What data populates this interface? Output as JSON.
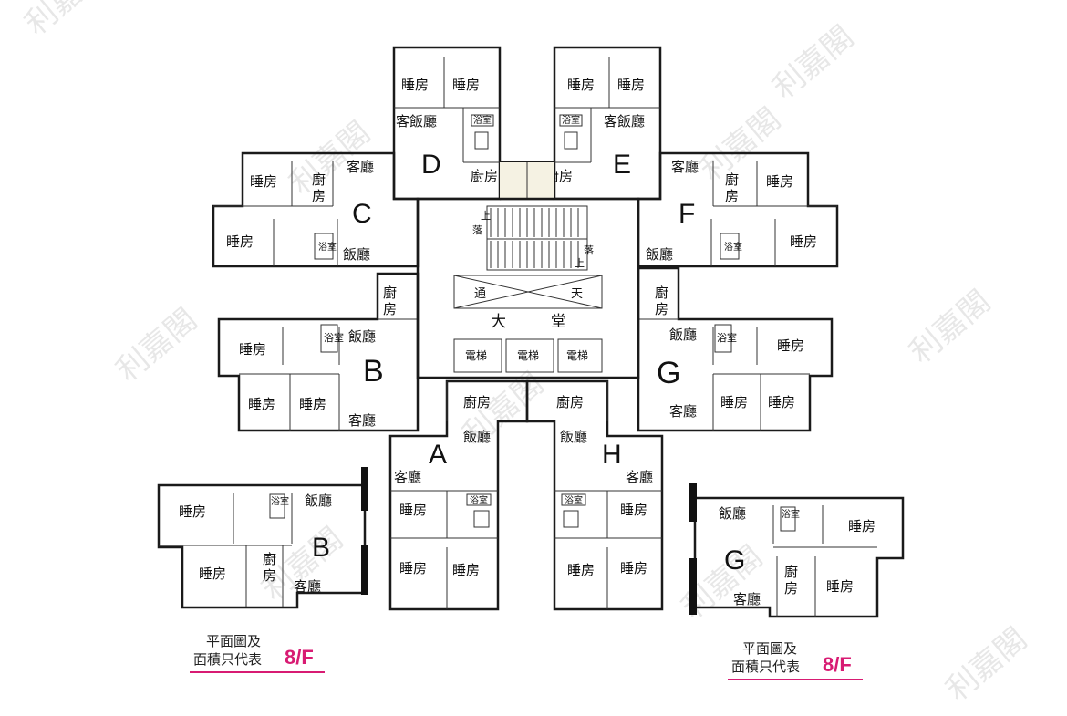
{
  "colors": {
    "cream": "#f5f2e3",
    "blue": "#dfe3f1",
    "wall": "#1a1a1a",
    "accent": "#d81b73"
  },
  "watermark": "利嘉閣",
  "units": {
    "D": {
      "letter": "D",
      "r1": "睡房",
      "r2": "睡房",
      "r3": "客飯廳",
      "r4": "浴室",
      "r5": "廚房"
    },
    "E": {
      "letter": "E",
      "r1": "睡房",
      "r2": "睡房",
      "r3": "客飯廳",
      "r4": "浴室",
      "r5": "廚房"
    },
    "C": {
      "letter": "C",
      "r1": "睡房",
      "r2": "廚",
      "r2b": "房",
      "r3": "客廳",
      "r4": "睡房",
      "r5": "浴室",
      "r6": "飯廳"
    },
    "F": {
      "letter": "F",
      "r1": "客廳",
      "r2": "廚",
      "r2b": "房",
      "r3": "睡房",
      "r4": "飯廳",
      "r5": "浴室",
      "r6": "睡房"
    },
    "B": {
      "letter": "B",
      "r1": "廚",
      "r1b": "房",
      "r2": "睡房",
      "r3": "浴室",
      "r4": "飯廳",
      "r5": "睡房",
      "r6": "睡房",
      "r7": "客廳"
    },
    "G": {
      "letter": "G",
      "r1": "廚",
      "r1b": "房",
      "r2": "飯廳",
      "r3": "浴室",
      "r4": "睡房",
      "r5": "客廳",
      "r6": "睡房",
      "r7": "睡房"
    },
    "A": {
      "letter": "A",
      "r1": "廚房",
      "r2": "飯廳",
      "r3": "客廳",
      "r4": "睡房",
      "r5": "浴室",
      "r6": "睡房",
      "r7": "睡房"
    },
    "H": {
      "letter": "H",
      "r1": "廚房",
      "r2": "飯廳",
      "r3": "客廳",
      "r4": "浴室",
      "r5": "睡房",
      "r6": "睡房",
      "r7": "睡房"
    },
    "B8": {
      "letter": "B",
      "r1": "睡房",
      "r2": "浴室",
      "r3": "飯廳",
      "r4": "睡房",
      "r5": "廚",
      "r5b": "房",
      "r6": "客廳"
    },
    "G8": {
      "letter": "G",
      "r1": "飯廳",
      "r2": "浴室",
      "r3": "睡房",
      "r4": "睡房",
      "r5": "廚",
      "r5b": "房",
      "r6": "客廳"
    }
  },
  "core": {
    "up1": "上",
    "down1": "落",
    "down2": "落",
    "up2": "上",
    "void_left": "通",
    "void_right": "天",
    "lobby_left": "大",
    "lobby_right": "堂",
    "lift": "電梯"
  },
  "notes": {
    "left": {
      "line1": "平面圖及",
      "line2": "面積只代表",
      "floor": "8/F"
    },
    "right": {
      "line1": "平面圖及",
      "line2": "面積只代表",
      "floor": "8/F"
    }
  }
}
